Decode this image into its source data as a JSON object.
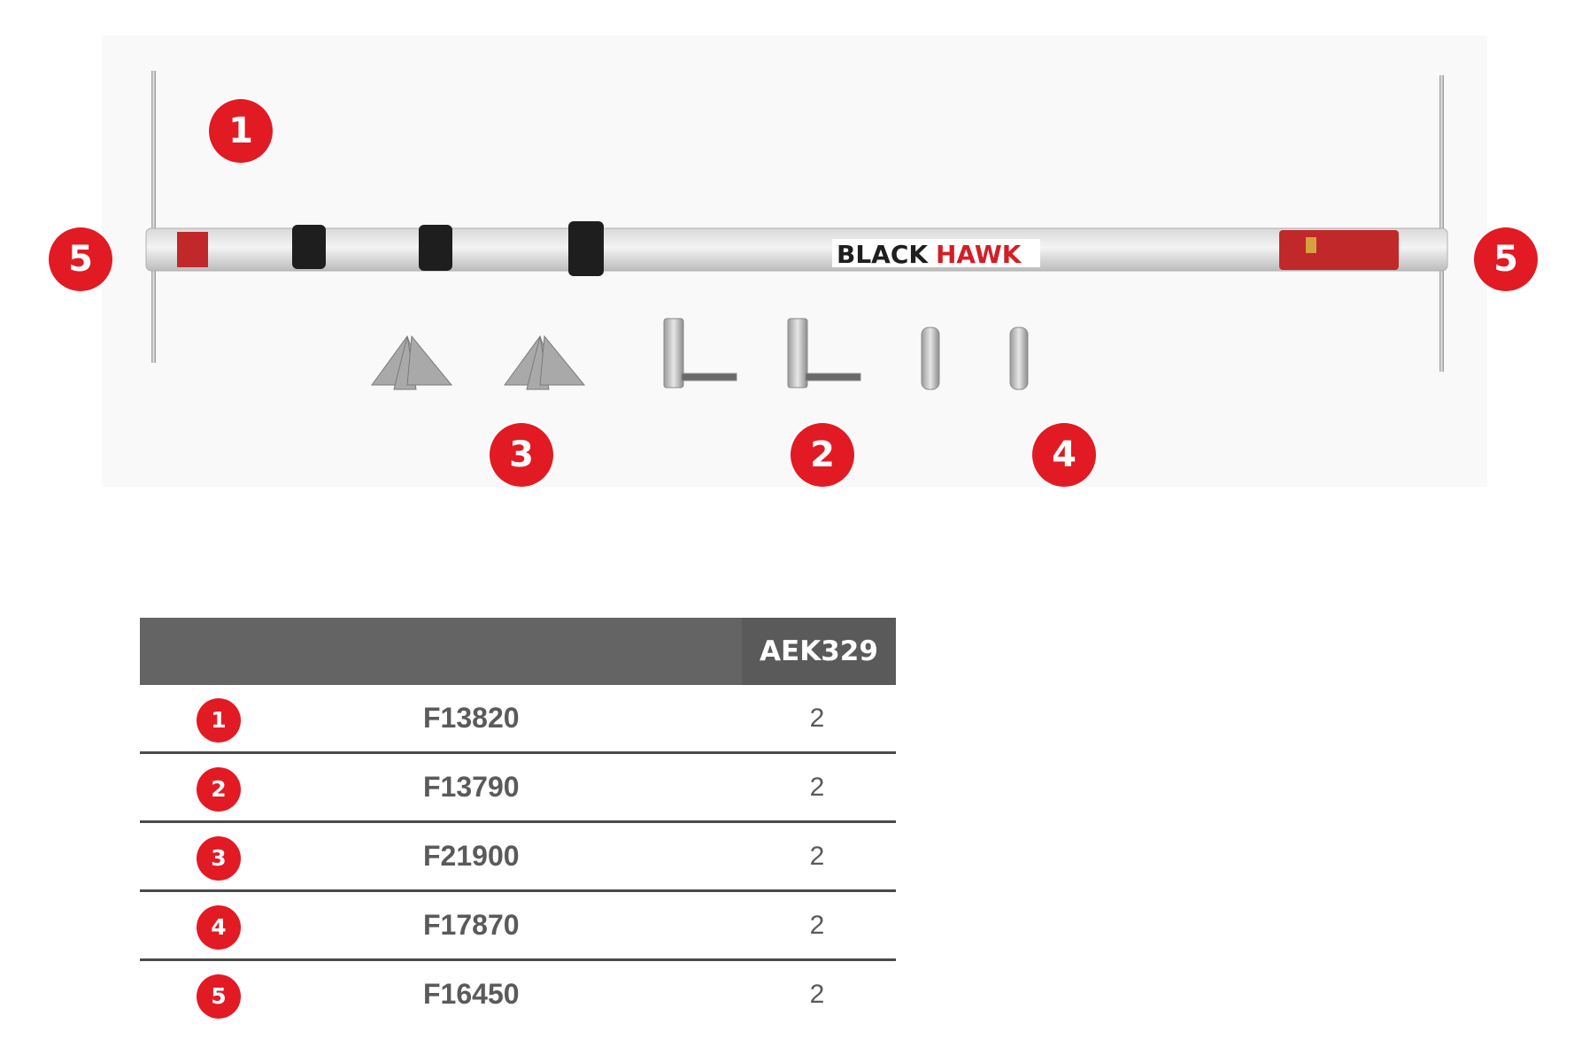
{
  "image": {
    "brand_black": "BLACK",
    "brand_red": "HAWK",
    "callouts": [
      "1",
      "5",
      "5",
      "3",
      "2",
      "4"
    ]
  },
  "table": {
    "header_model": "AEK329",
    "rows": [
      {
        "num": "1",
        "part": "F13820",
        "qty": "2"
      },
      {
        "num": "2",
        "part": "F13790",
        "qty": "2"
      },
      {
        "num": "3",
        "part": "F21900",
        "qty": "2"
      },
      {
        "num": "4",
        "part": "F17870",
        "qty": "2"
      },
      {
        "num": "5",
        "part": "F16450",
        "qty": "2"
      }
    ]
  },
  "colors": {
    "accent_red": "#e21a23",
    "header_gray": "#646464",
    "text_gray": "#5a5a5a"
  }
}
